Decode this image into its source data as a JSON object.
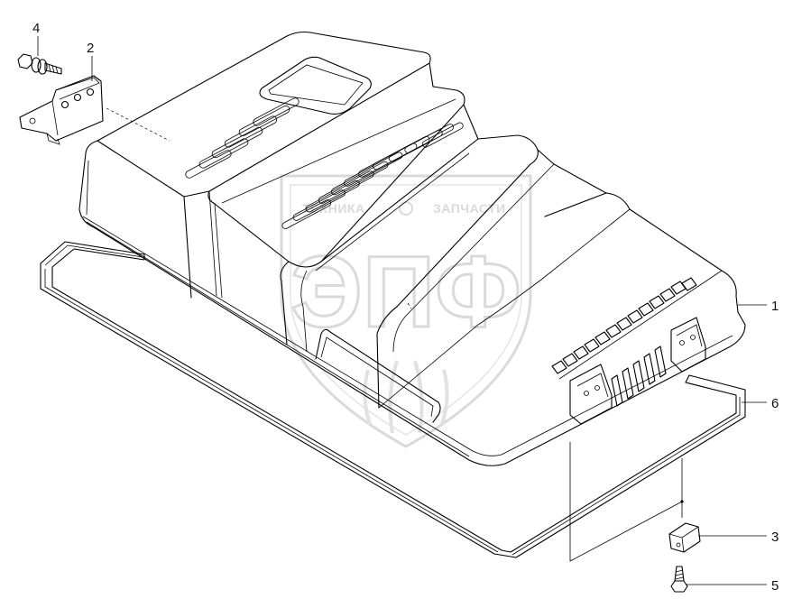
{
  "watermark": {
    "line1_left": "ТЕХНИКА",
    "line1_right": "ЗАПЧАСТИ",
    "letters": "ЭПФ",
    "color": "#bdbdbd"
  },
  "labels": [
    {
      "id": "1",
      "text": "1"
    },
    {
      "id": "2",
      "text": "2"
    },
    {
      "id": "3",
      "text": "3"
    },
    {
      "id": "4",
      "text": "4"
    },
    {
      "id": "5",
      "text": "5"
    },
    {
      "id": "6",
      "text": "6"
    }
  ]
}
